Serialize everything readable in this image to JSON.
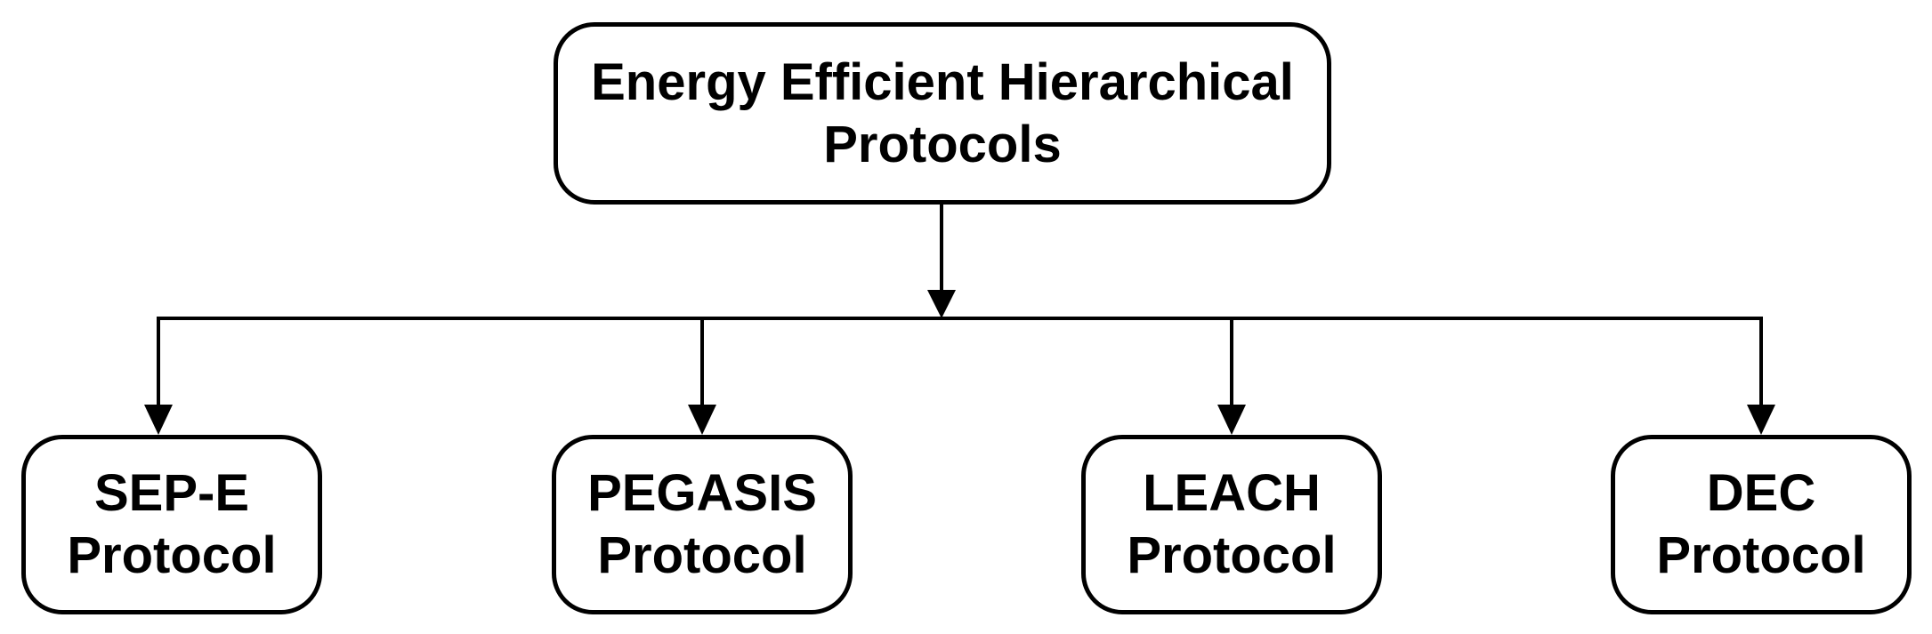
{
  "root": {
    "line1": "Energy Efficient Hierarchical",
    "line2": "Protocols"
  },
  "children": [
    {
      "line1": "SEP-E",
      "line2": "Protocol"
    },
    {
      "line1": "PEGASIS",
      "line2": "Protocol"
    },
    {
      "line1": "LEACH",
      "line2": "Protocol"
    },
    {
      "line1": "DEC",
      "line2": "Protocol"
    }
  ],
  "colors": {
    "stroke": "#000000",
    "background": "#ffffff",
    "text": "#000000"
  }
}
